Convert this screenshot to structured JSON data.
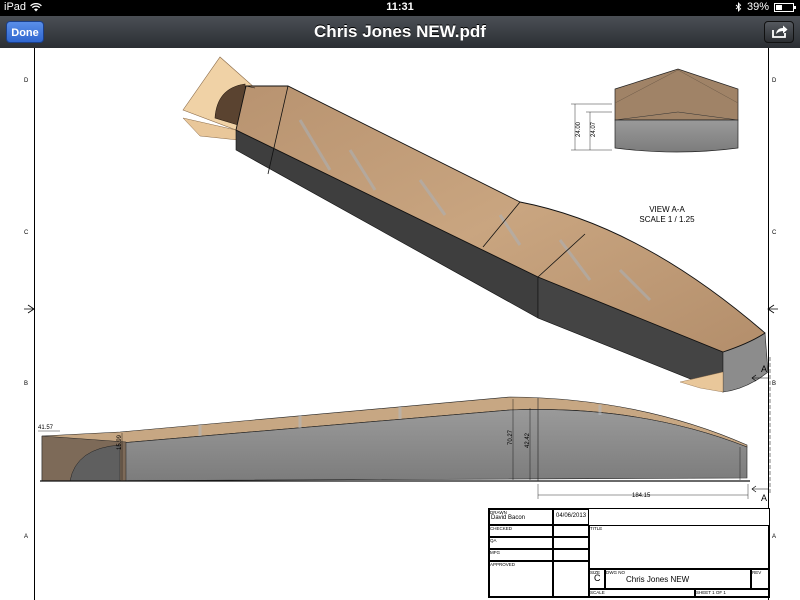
{
  "status": {
    "device": "iPad",
    "time": "11:31",
    "battery": "39%",
    "battery_level": 0.39
  },
  "nav": {
    "title": "Chris Jones NEW.pdf",
    "done_label": "Done"
  },
  "icons": [
    "wifi-icon",
    "bluetooth-icon",
    "battery-icon",
    "share-icon"
  ],
  "colors": {
    "wood": "#c8a07a",
    "grey_body": "#8a8a8a",
    "done_blue": "#3f7ae0"
  },
  "drawing": {
    "zones_left": [
      "D",
      "C",
      "B",
      "A"
    ],
    "view_label_line1": "VIEW A-A",
    "view_label_line2": "SCALE 1 / 1.25",
    "section_marker": "A",
    "dims": {
      "view_a": [
        "24.00",
        "24.07"
      ],
      "side": [
        "41.57",
        "15.99",
        "70.27",
        "42.42",
        "184.15"
      ]
    }
  },
  "title_block": {
    "drawn_label": "DRAWN",
    "drawn_by": "David Bacon",
    "date": "04/06/2013",
    "checked_label": "CHECKED",
    "title_label": "TITLE",
    "qa_label": "QA",
    "mfg_label": "MFG",
    "approved_label": "APPROVED",
    "size_label": "SIZE",
    "size": "C",
    "dwg_no_label": "DWG NO",
    "dwg_no": "Chris Jones NEW",
    "rev_label": "REV",
    "scale_label": "SCALE",
    "sheet": "SHEET 1  OF 1"
  }
}
